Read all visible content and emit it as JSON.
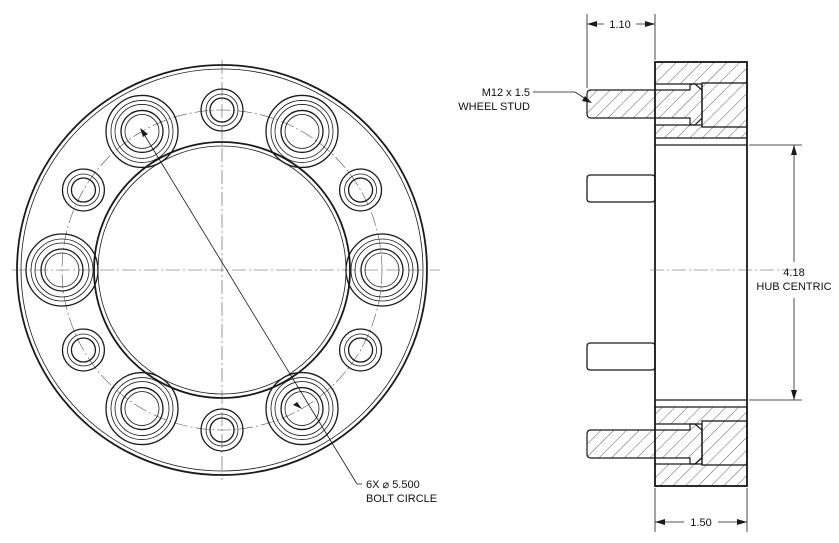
{
  "front_view": {
    "bolt_circle_callout": {
      "line1": "6X ⌀ 5.500",
      "line2": "BOLT CIRCLE"
    }
  },
  "side_view": {
    "stud_callout": {
      "line1": "M12 x 1.5",
      "line2": "WHEEL STUD"
    },
    "dim_stud_protrusion": "1.10",
    "dim_thickness": "1.50",
    "dim_hub_bore": {
      "line1": "4.18",
      "line2": "HUB CENTRIC"
    }
  }
}
